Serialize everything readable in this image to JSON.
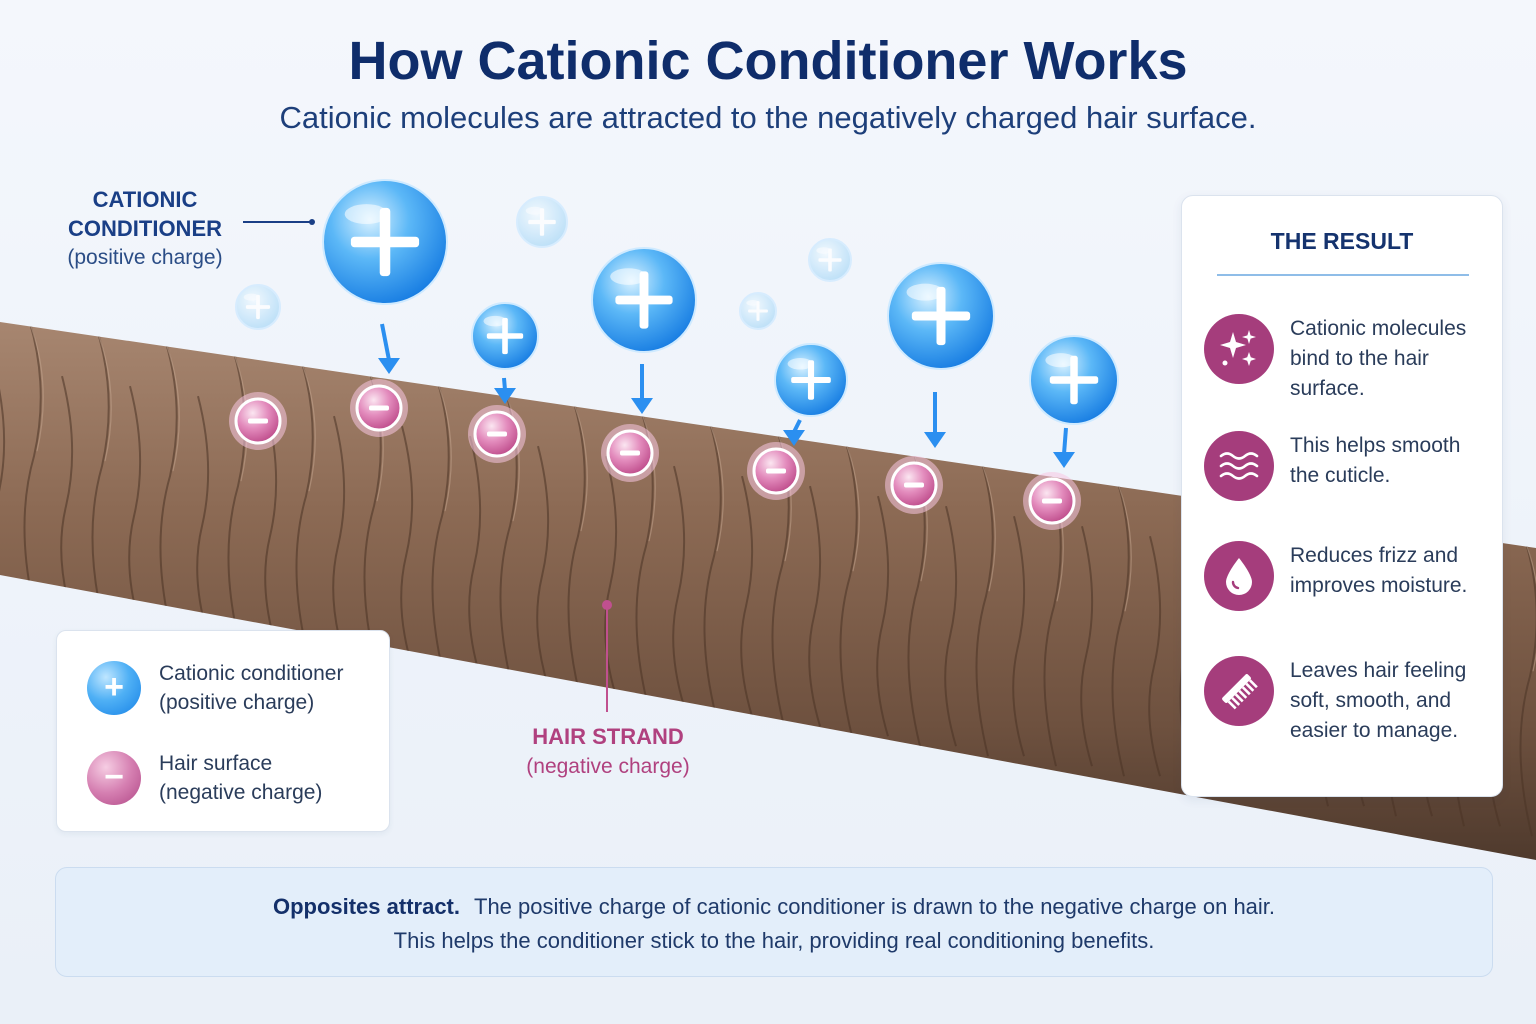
{
  "title": "How Cationic Conditioner Works",
  "subtitle": "Cationic molecules are attracted to the negatively charged hair surface.",
  "cationic_label": {
    "title_line1": "CATIONIC",
    "title_line2": "CONDITIONER",
    "charge": "(positive charge)"
  },
  "hair_label": {
    "title": "HAIR STRAND",
    "charge": "(negative charge)"
  },
  "symbols": {
    "positive": "+",
    "negative": "−"
  },
  "colors": {
    "positive": "#2b93ee",
    "negative": "#c0508f",
    "hair": "#8a6650",
    "accent": "#a53d7c",
    "title": "#0f2d6b"
  },
  "legend": {
    "items": [
      {
        "line1": "Cationic conditioner",
        "line2": "(positive charge)",
        "icon": "positive-charge-icon"
      },
      {
        "line1": "Hair surface",
        "line2": "(negative charge)",
        "icon": "negative-charge-icon"
      }
    ]
  },
  "result": {
    "title": "THE RESULT",
    "items": [
      {
        "text": "Cationic molecules bind to the hair surface.",
        "icon": "sparkle-icon"
      },
      {
        "text": "This helps smooth the cuticle.",
        "icon": "waves-icon"
      },
      {
        "text": "Reduces frizz and improves moisture.",
        "icon": "water-drop-icon"
      },
      {
        "text": "Leaves hair feeling soft, smooth, and easier to manage.",
        "icon": "comb-icon"
      }
    ]
  },
  "footer": {
    "bold": "Opposites attract.",
    "line1": "The positive charge of cationic conditioner is drawn to the negative charge on hair.",
    "line2": "This helps the conditioner stick to the hair, providing real conditioning benefits."
  }
}
